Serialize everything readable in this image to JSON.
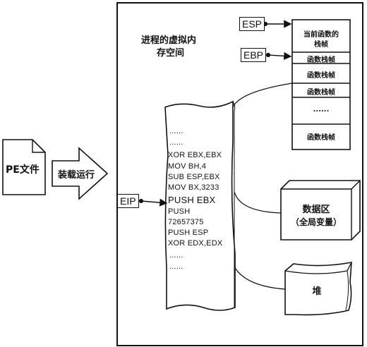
{
  "pe_file": {
    "label": "PE文件"
  },
  "load_arrow": {
    "label": "装载运行"
  },
  "process_space": {
    "title_line1": "进程的虚拟内",
    "title_line2": "存空间"
  },
  "registers": {
    "esp": "ESP",
    "ebp": "EBP",
    "eip": "EIP"
  },
  "stack": {
    "cells": [
      "当前函数的",
      "栈帧",
      "函数栈帧",
      "函数栈帧",
      "函数栈帧",
      "......",
      "函数栈帧"
    ]
  },
  "code": {
    "lines": [
      "......",
      "......",
      "XOR EBX,EBX",
      "MOV BH,4",
      "SUB ESP,EBX",
      "MOV BX,3233",
      "PUSH EBX",
      "PUSH",
      "72657375",
      "PUSH ESP",
      "XOR EDX,EDX",
      "......",
      "......"
    ]
  },
  "data_area": {
    "line1": "数据区",
    "line2": "（全局变量）"
  },
  "heap": {
    "label": "堆"
  }
}
